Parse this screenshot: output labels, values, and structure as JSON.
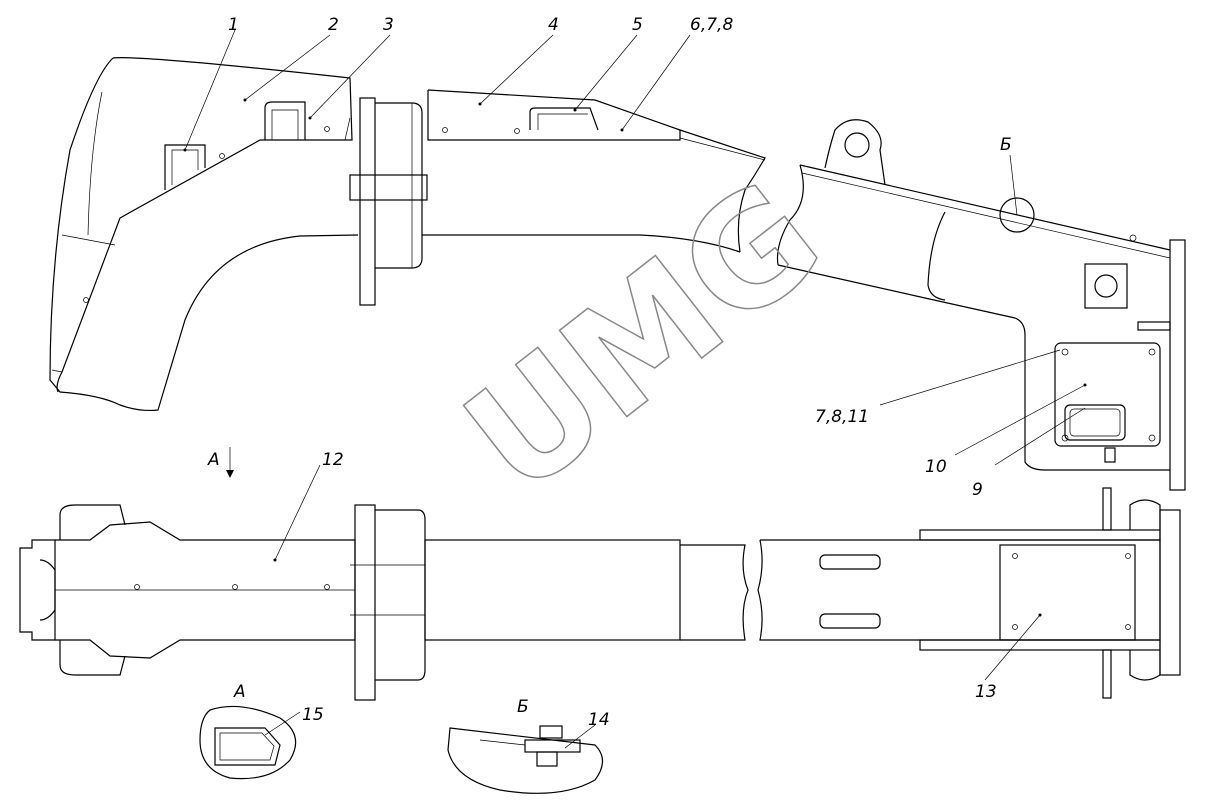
{
  "watermark": "UMG",
  "callouts": {
    "c1": "1",
    "c2": "2",
    "c3": "3",
    "c4": "4",
    "c5": "5",
    "c678": "6,7,8",
    "c7811": "7,8,11",
    "c9": "9",
    "c10": "10",
    "c12": "12",
    "c13": "13",
    "c14": "14",
    "c15": "15"
  },
  "views": {
    "view_a_arrow": "А",
    "detail_a": "А",
    "detail_b": "Б",
    "detail_b_mark": "Б"
  }
}
